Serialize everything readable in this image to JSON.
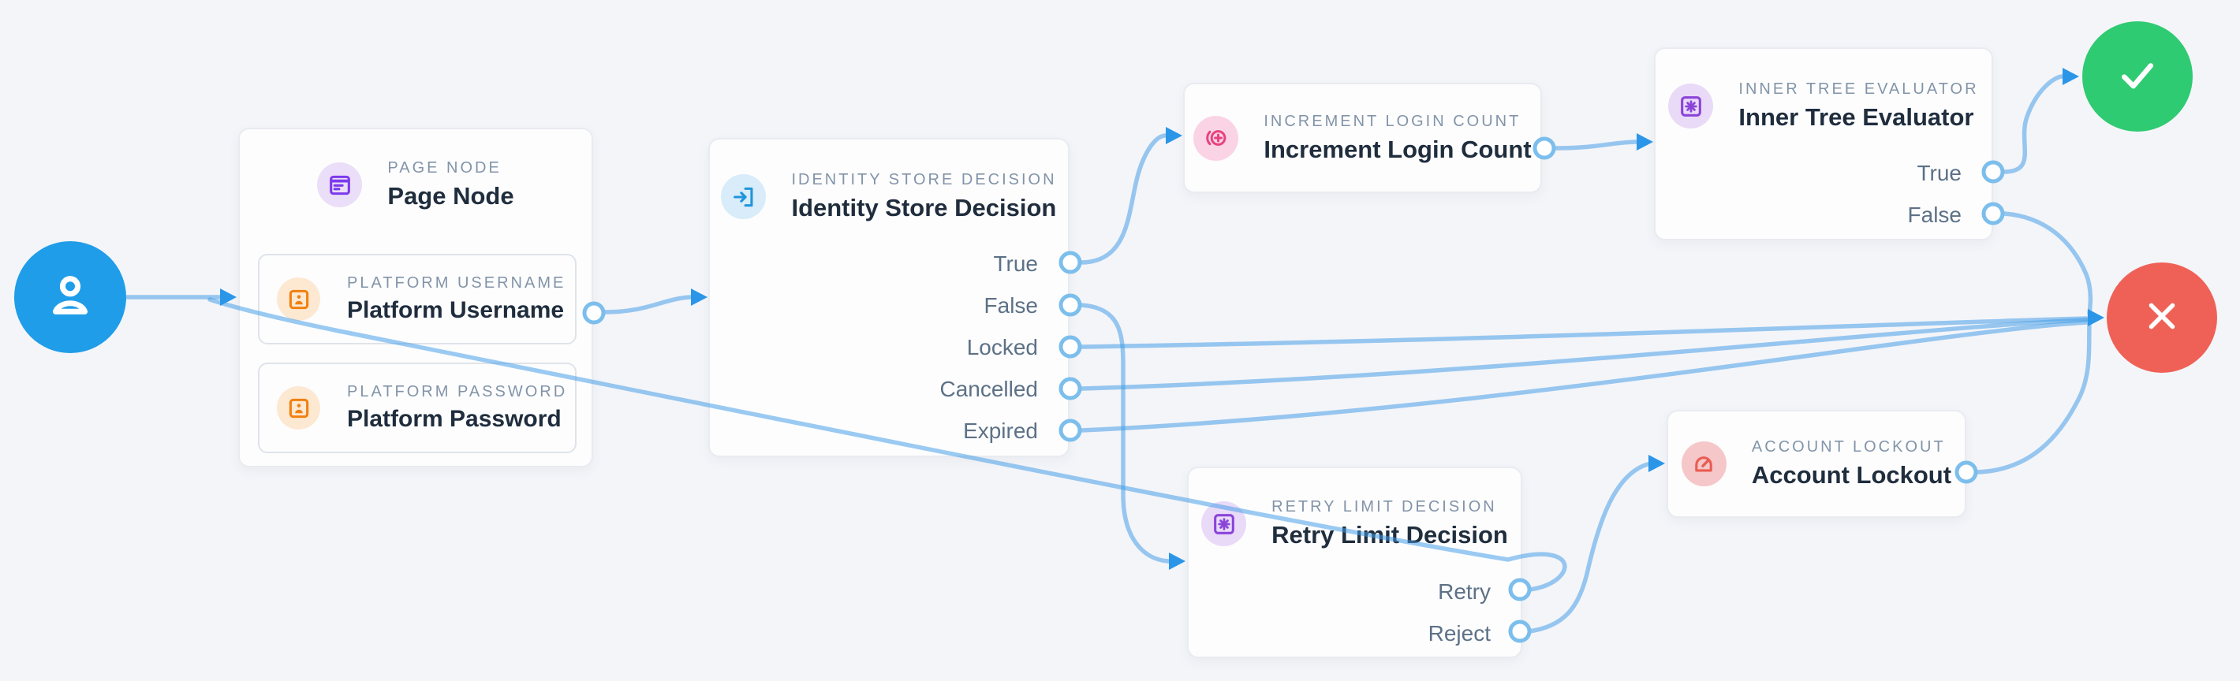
{
  "canvas": {
    "background": "#f4f5f9"
  },
  "colors": {
    "edge": "#94c9f0",
    "arrow": "#2b96e8",
    "port_ring": "#7cbeec",
    "start_node": "#1f9de9",
    "success_node": "#2fcb72",
    "failure_node": "#ef6156",
    "node_type_label": "#8294a8",
    "node_title": "#1f2d3d",
    "outcome_label": "#5d7186"
  },
  "start": {
    "icon": "user-icon"
  },
  "page_node": {
    "type_label": "PAGE NODE",
    "title": "Page Node",
    "icon": "form-page-icon"
  },
  "platform_username": {
    "type_label": "PLATFORM USERNAME",
    "title": "Platform Username",
    "icon": "id-badge-icon"
  },
  "platform_password": {
    "type_label": "PLATFORM PASSWORD",
    "title": "Platform Password",
    "icon": "id-badge-icon"
  },
  "identity_store_decision": {
    "type_label": "IDENTITY STORE DECISION",
    "title": "Identity Store Decision",
    "icon": "login-icon",
    "outcomes": [
      "True",
      "False",
      "Locked",
      "Cancelled",
      "Expired"
    ]
  },
  "increment_login_count": {
    "type_label": "INCREMENT LOGIN COUNT",
    "title": "Increment Login Count",
    "icon": "increment-circle-icon"
  },
  "inner_tree_evaluator": {
    "type_label": "INNER TREE EVALUATOR",
    "title": "Inner Tree Evaluator",
    "icon": "gear-square-icon",
    "outcomes": [
      "True",
      "False"
    ]
  },
  "retry_limit_decision": {
    "type_label": "RETRY LIMIT DECISION",
    "title": "Retry Limit Decision",
    "icon": "gear-square-icon",
    "outcomes": [
      "Retry",
      "Reject"
    ]
  },
  "account_lockout": {
    "type_label": "ACCOUNT LOCKOUT",
    "title": "Account Lockout",
    "icon": "gauge-icon"
  },
  "success": {
    "icon": "check-icon"
  },
  "failure": {
    "icon": "x-icon"
  }
}
